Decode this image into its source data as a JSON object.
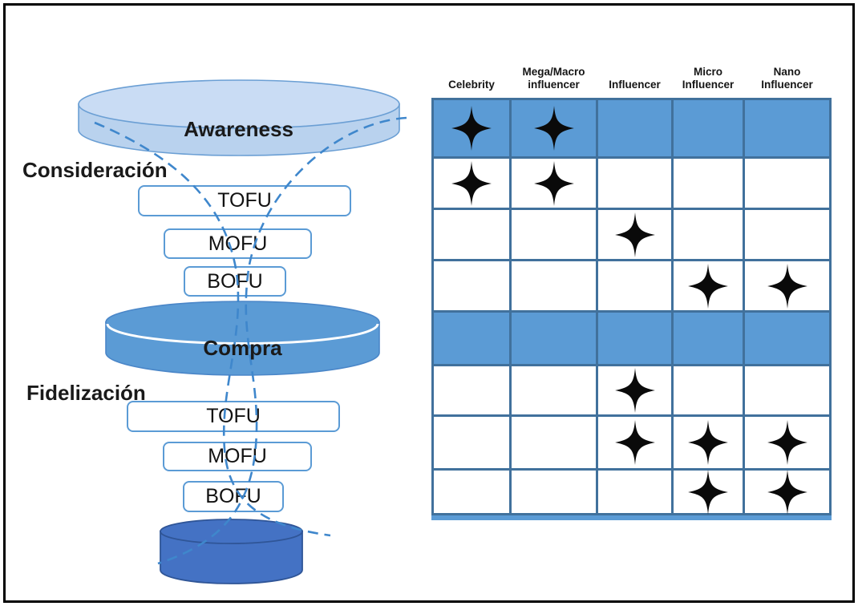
{
  "funnel": {
    "labels": {
      "awareness": "Awareness",
      "consideration": "Consideración",
      "purchase": "Compra",
      "loyalty": "Fidelización"
    },
    "consideration_boxes": [
      "TOFU",
      "MOFU",
      "BOFU"
    ],
    "loyalty_boxes": [
      "TOFU",
      "MOFU",
      "BOFU"
    ]
  },
  "matrix": {
    "column_headers": [
      "Celebrity",
      "Mega/Macro influencer",
      "Influencer",
      "Micro Influencer",
      "Nano Influencer"
    ],
    "rows": [
      {
        "shaded": true,
        "marks": [
          1,
          1,
          0,
          0,
          0
        ]
      },
      {
        "shaded": false,
        "marks": [
          1,
          1,
          0,
          0,
          0
        ]
      },
      {
        "shaded": false,
        "marks": [
          0,
          0,
          1,
          0,
          0
        ]
      },
      {
        "shaded": false,
        "marks": [
          0,
          0,
          0,
          1,
          1
        ]
      },
      {
        "shaded": true,
        "marks": [
          0,
          0,
          0,
          0,
          0
        ]
      },
      {
        "shaded": false,
        "marks": [
          0,
          0,
          1,
          0,
          0
        ]
      },
      {
        "shaded": false,
        "marks": [
          0,
          0,
          1,
          1,
          1
        ]
      },
      {
        "shaded": false,
        "marks": [
          0,
          0,
          0,
          1,
          1
        ]
      }
    ],
    "star_icon": "4-point-star"
  },
  "colors": {
    "cell-blue": "#5b9bd5",
    "grid-border": "#41719c",
    "star": "#0a0a0a",
    "strip": "#5b9bd5",
    "awareness-fill": "#b9d2ee",
    "awareness-top": "#c9dcf4",
    "awareness-stroke": "#6b9fd4",
    "compra-fill": "#5b9bd5",
    "compra-stroke": "#4a86c8",
    "retention-fill": "#4472c4",
    "retention-stroke": "#2f5597",
    "box-border": "#5b9bd5",
    "curve": "#3f87cc",
    "label-text": "#1a1a1a"
  }
}
